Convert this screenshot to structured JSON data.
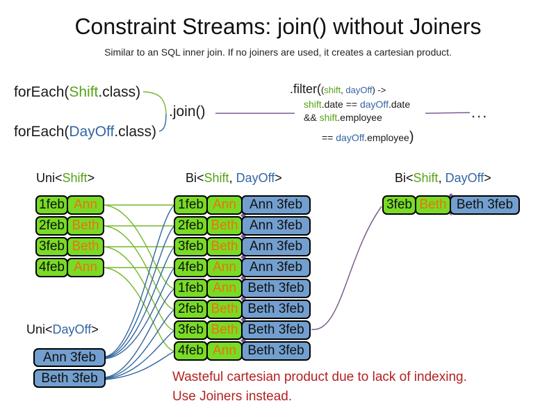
{
  "title": "Constraint Streams: join() without Joiners",
  "subtitle": "Similar to an SQL inner join. If no joiners are used, it creates a cartesian product.",
  "code": {
    "foreach_shift": {
      "pre": "forEach(",
      "cls": "Shift",
      "post": ".class)"
    },
    "foreach_dayoff": {
      "pre": "forEach(",
      "cls": "DayOff",
      "post": ".class)"
    },
    "join": ".join()",
    "filter": {
      "head": ".filter(",
      "open": "(",
      "arg1": "shift",
      "comma": ", ",
      "arg2": "dayOff",
      "arrow": ") ->",
      "l2a": "shift",
      "l2b": ".date == ",
      "l2c": "dayOff",
      "l2d": ".date",
      "l3a": "&& ",
      "l3b": "shift",
      "l3c": ".employee",
      "l4a": "== ",
      "l4b": "dayOff",
      "l4c": ".employee",
      "l4d": ")"
    },
    "ellipsis": "..."
  },
  "labels": {
    "uni_shift": {
      "a": "Uni<",
      "b": "Shift",
      "c": ">"
    },
    "bi_mid": {
      "a": "Bi<",
      "b": "Shift",
      "c": ", ",
      "d": "DayOff",
      "e": ">"
    },
    "bi_right": {
      "a": "Bi<",
      "b": "Shift",
      "c": ", ",
      "d": "DayOff",
      "e": ">"
    },
    "uni_dayoff": {
      "a": "Uni<",
      "b": "DayOff",
      "c": ">"
    }
  },
  "tables": {
    "uni_shift": [
      {
        "date": "1feb",
        "name": "Ann"
      },
      {
        "date": "2feb",
        "name": "Beth"
      },
      {
        "date": "3feb",
        "name": "Beth"
      },
      {
        "date": "4feb",
        "name": "Ann"
      }
    ],
    "bi": [
      {
        "date": "1feb",
        "name": "Ann",
        "pair": "Ann 3feb"
      },
      {
        "date": "2feb",
        "name": "Beth",
        "pair": "Ann 3feb"
      },
      {
        "date": "3feb",
        "name": "Beth",
        "pair": "Ann 3feb"
      },
      {
        "date": "4feb",
        "name": "Ann",
        "pair": "Ann 3feb"
      },
      {
        "date": "1feb",
        "name": "Ann",
        "pair": "Beth 3feb"
      },
      {
        "date": "2feb",
        "name": "Beth",
        "pair": "Beth 3feb"
      },
      {
        "date": "3feb",
        "name": "Beth",
        "pair": "Beth 3feb"
      },
      {
        "date": "4feb",
        "name": "Ann",
        "pair": "Beth 3feb"
      }
    ],
    "bi_right": [
      {
        "date": "3feb",
        "name": "Beth",
        "pair": "Beth 3feb"
      }
    ],
    "uni_dayoff": [
      {
        "pair": "Ann 3feb"
      },
      {
        "pair": "Beth 3feb"
      }
    ]
  },
  "warning": {
    "line1": "Wasteful cartesian product due to lack of indexing.",
    "line2": "Use Joiners instead."
  },
  "colors": {
    "box_green": "#79DB26",
    "box_blue": "#729FCF",
    "name_orange": "#E8740E",
    "code_green": "#55A316",
    "code_blue": "#3465A4",
    "line_green": "#74B82C",
    "line_blue": "#31659E",
    "line_purple": "#7B5C8E",
    "warning_red": "#B42121"
  }
}
